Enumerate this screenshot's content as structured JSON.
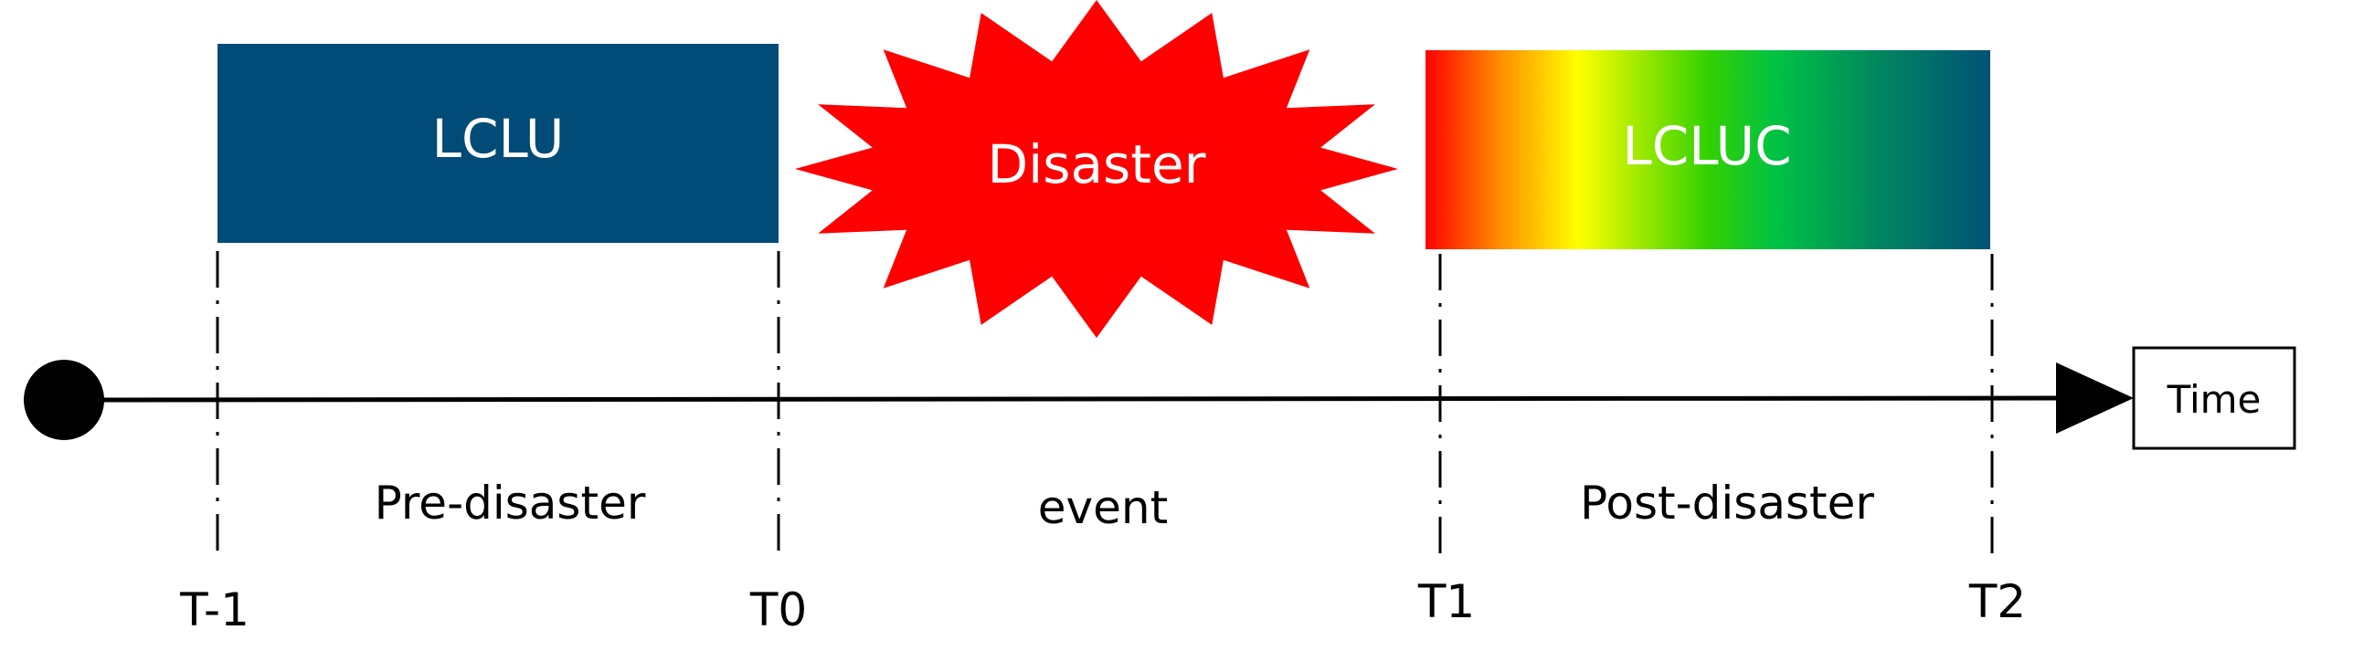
{
  "blocks": {
    "lclu": {
      "label": "LCLU",
      "color": "#014b78"
    },
    "disaster": {
      "label": "Disaster",
      "color": "#ff0000"
    },
    "lcluc": {
      "label": "LCLUC",
      "gradient": [
        "#ff0000",
        "#ffa500",
        "#ffff00",
        "#00c244",
        "#005b78"
      ]
    }
  },
  "timeline": {
    "end_label": "Time",
    "ticks": [
      "T-1",
      "T0",
      "T1",
      "T2"
    ],
    "phases": [
      "Pre-disaster",
      "event",
      "Post-disaster"
    ]
  }
}
